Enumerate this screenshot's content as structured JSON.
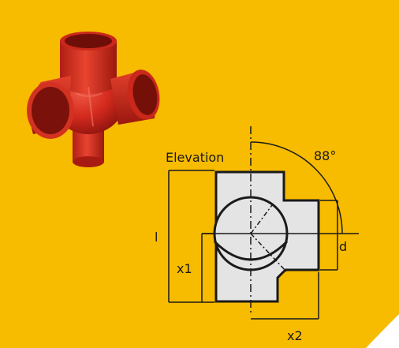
{
  "colors": {
    "background": "#f7bb00",
    "fitting_red": "#d42a1e",
    "fitting_shadow": "#8e140e",
    "body_fill": "#e4e4e4",
    "line": "#1a1a1a"
  },
  "product_image": {
    "icon": "pipe-cross-fitting-icon"
  },
  "drawing": {
    "view_label": "Elevation",
    "angle_label": "88°",
    "dim_l": "l",
    "dim_x1": "x1",
    "dim_x2": "x2",
    "dim_d": "d"
  }
}
